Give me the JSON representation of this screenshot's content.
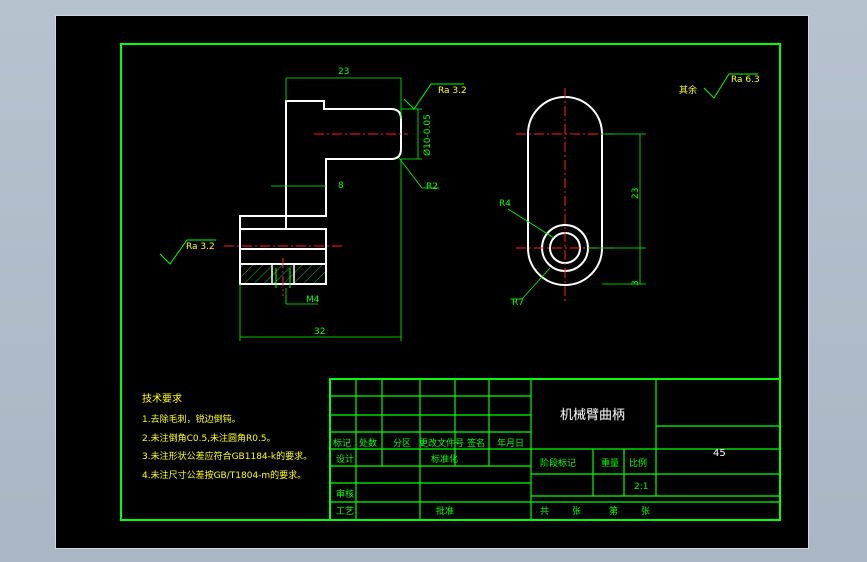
{
  "dimensions": {
    "width_23": "23",
    "width_32": "32",
    "hole": "M4",
    "step": "8",
    "dia": "Ø10-0.05",
    "height_23": "23",
    "bottom_3": "3",
    "radius_r2": "R2",
    "radius_r4": "R4",
    "radius_r7": "R7"
  },
  "roughness": {
    "top": "Ra 3.2",
    "left": "Ra 3.2",
    "rest_label": "其余",
    "rest_value": "Ra 6.3"
  },
  "notes": {
    "title": "技术要求",
    "items": [
      "1.去除毛刺，锐边倒钝。",
      "2.未注倒角C0.5,未注圆角R0.5。",
      "3.未注形状公差应符合GB1184-k的要求。",
      "4.未注尺寸公差按GB/T1804-m的要求。"
    ]
  },
  "title_block": {
    "part_name": "机械臂曲柄",
    "material": "45",
    "scale": "2:1",
    "labels": {
      "mark": "标记",
      "count": "处数",
      "zone": "分区",
      "change_doc": "更改文件号",
      "sign": "签名",
      "date": "年月日",
      "design": "设计",
      "standardize": "标准化",
      "stage_mark": "阶段标记",
      "weight": "重量",
      "scale_label": "比例",
      "review": "审核",
      "process": "工艺",
      "approve": "批准",
      "total": "共",
      "sheets": "张",
      "no": "第",
      "sheet": "张"
    }
  },
  "colors": {
    "frame": "#00ff00",
    "outline": "#ffffff",
    "centerline": "#ff2020",
    "background": "#000000",
    "roughness_text": "#ffff00"
  }
}
